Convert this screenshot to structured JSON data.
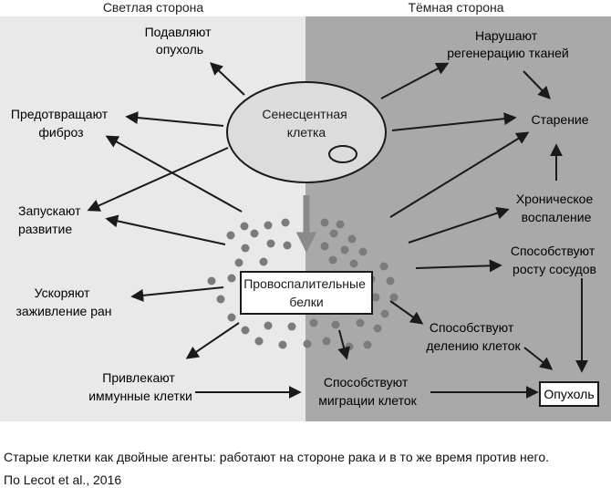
{
  "headers": {
    "light": "Светлая сторона",
    "dark": "Тёмная сторона"
  },
  "center": {
    "cell": [
      "Сенесцентная",
      "клетка"
    ],
    "proteins": [
      "Провоспалительные",
      "белки"
    ]
  },
  "light_side": {
    "suppress": [
      "Подавляют",
      "опухоль"
    ],
    "prevent": [
      "Предотвращают",
      "фиброз"
    ],
    "develop": [
      "Запускают",
      "развитие"
    ],
    "heal": [
      "Ускоряют",
      "заживление ран"
    ],
    "attract": [
      "Привлекают",
      "иммунные клетки"
    ]
  },
  "dark_side": {
    "disrupt": [
      "Нарушают",
      "регенерацию тканей"
    ],
    "aging": [
      "Старение"
    ],
    "inflammation": [
      "Хроническое",
      "воспаление"
    ],
    "vessels": [
      "Способствуют",
      "росту сосудов"
    ],
    "division": [
      "Способствуют",
      "делению клеток"
    ],
    "migration": [
      "Способствуют",
      "миграции клеток"
    ],
    "tumor": [
      "Опухоль"
    ]
  },
  "caption": {
    "line1": "Старые клетки как двойные агенты: работают на стороне рака и в то же время против него.",
    "line2": "По Lecot et al., 2016"
  },
  "colors": {
    "light_bg": "#e9e9e9",
    "dark_bg": "#a9a9a9",
    "cell_fill": "#dcdcdc",
    "dot": "#7b7b7b",
    "arrow": "#1a1a1a",
    "center_arrow": "#8a8a8a"
  }
}
